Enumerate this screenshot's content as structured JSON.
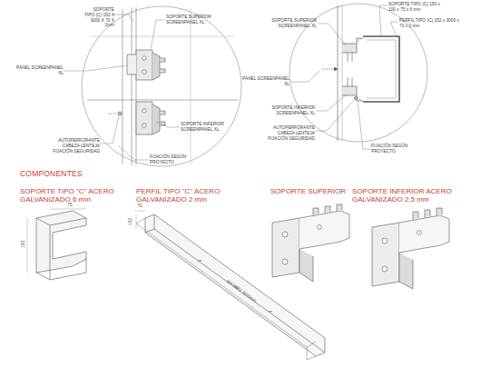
{
  "diagram": {
    "title": "COMPONENTES",
    "labels": [
      "SOPORTE TIPO (C) 152 X 3000 X 70 X 2mm",
      "SOPORTE SUPERIOR SCREENPANEL XL",
      "PANEL SCREENPANEL XL",
      "SOPORTE INFERIOR SCREENPANEL XL",
      "AUTOPERFORANTE CABEZA LENTEJA FIJACIÓN SEGURIDAD",
      "FIJACIÓN SEGÚN PROYECTO",
      "SOPORTE SUPERIOR SCREENPANEL XL",
      "SOPORTE TIPO (C) 150 x 100 x 75 x 6 mm",
      "PERFIL TIPO (C) 152 x 3000 x 70 x 2 mm",
      "PANEL SCREENPANEL XL",
      "SOPORTE INFERIOR SCREENPANEL XL",
      "AUTOPERFORANTE CABEZA LENTEJA FIJACIÓN SEGURIDAD",
      "FIJACIÓN SEGÚN PROYECTO",
      "SOPORTE TIPO \"C\" ACERO GALVANIZADO 6 mm",
      "PERFIL TIPO \"C\" ACERO GALVANIZADO 2 mm",
      "SOPORTE SUPERIOR",
      "SOPORTE INFERIOR ACERO GALVANIZADO 2,5 mm",
      "75",
      "150",
      "70",
      "152",
      "MÁXIMO 3000mm"
    ]
  }
}
